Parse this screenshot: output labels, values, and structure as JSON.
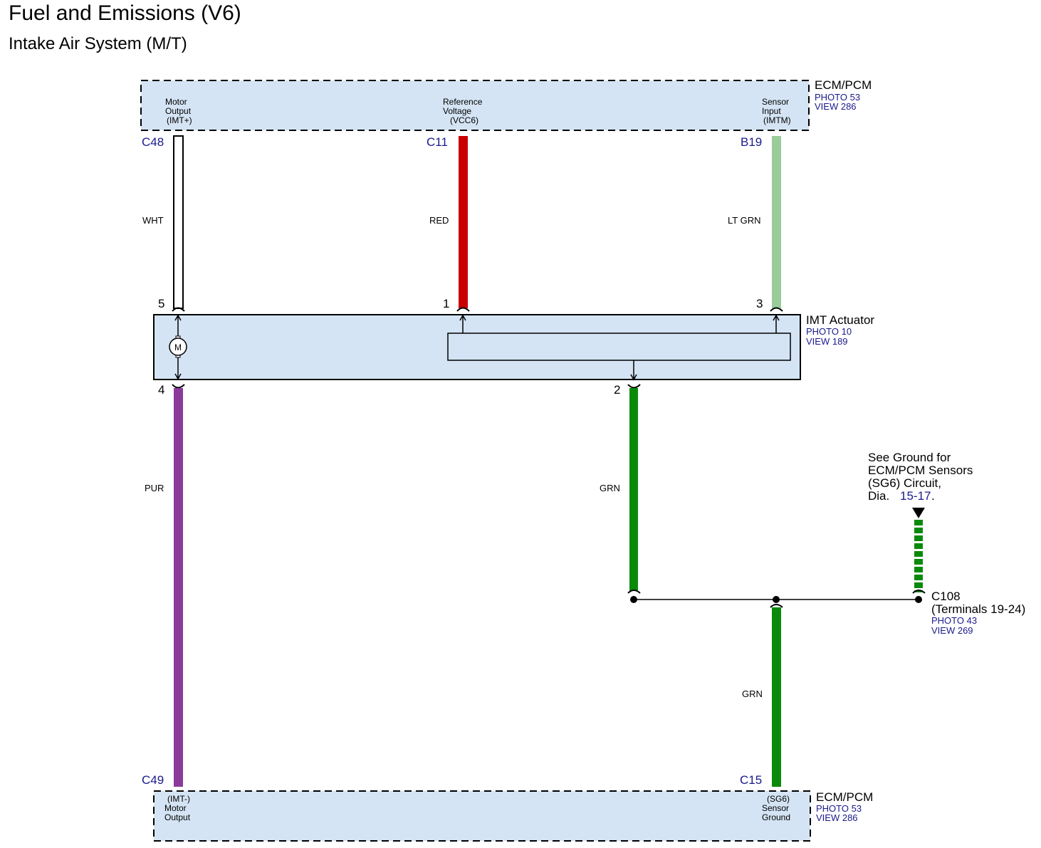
{
  "header": {
    "title": "Fuel and Emissions (V6)",
    "subtitle": "Intake Air System (M/T)"
  },
  "ecm_top": {
    "name": "ECM/PCM",
    "photo": "PHOTO 53",
    "view": "VIEW 286",
    "pins": [
      {
        "line1": "Motor",
        "line2": "Output",
        "line3": "(IMT+)",
        "terminal": "C48",
        "wire_color": "WHT",
        "hex": "#ffffff"
      },
      {
        "line1": "Reference",
        "line2": "Voltage",
        "line3": "(VCC6)",
        "terminal": "C11",
        "wire_color": "RED",
        "hex": "#c80000"
      },
      {
        "line1": "Sensor",
        "line2": "Input",
        "line3": "(IMTM)",
        "terminal": "B19",
        "wire_color": "LT GRN",
        "hex": "#99cc99"
      }
    ]
  },
  "imt": {
    "name": "IMT Actuator",
    "photo": "PHOTO 10",
    "view": "VIEW 189",
    "motor_label": "M",
    "pin_top": [
      "5",
      "1",
      "3"
    ],
    "pin_bottom": [
      "4",
      "2"
    ]
  },
  "wires_mid": {
    "pur": {
      "label": "PUR",
      "hex": "#8a3a9a"
    },
    "grn": {
      "label": "GRN",
      "hex": "#0a8a0a"
    },
    "grn2": {
      "label": "GRN",
      "hex": "#0a8a0a"
    }
  },
  "ground_note": {
    "line1": "See Ground for",
    "line2": "ECM/PCM Sensors",
    "line3": "(SG6) Circuit,",
    "line4_prefix": "Dia.",
    "link": "15-17",
    "suffix": "."
  },
  "c108": {
    "name": "C108",
    "detail": "(Terminals 19-24)",
    "photo": "PHOTO 43",
    "view": "VIEW 269"
  },
  "ecm_bottom": {
    "name": "ECM/PCM",
    "photo": "PHOTO 53",
    "view": "VIEW 286",
    "pins": [
      {
        "line1": "(IMT-)",
        "line2": "Motor",
        "line3": "Output",
        "terminal": "C49"
      },
      {
        "line1": "(SG6)",
        "line2": "Sensor",
        "line3": "Ground",
        "terminal": "C15"
      }
    ]
  },
  "colors": {
    "box_fill": "#d4e4f4",
    "wire_black": "#000000",
    "link_blue": "#1a1a8c"
  }
}
